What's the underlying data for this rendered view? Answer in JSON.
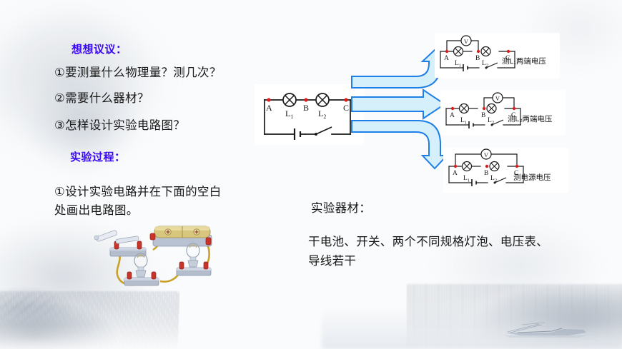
{
  "slide": {
    "background_style": "ink-wash-landscape"
  },
  "left_column": {
    "heading1": "想想议议：",
    "questions": [
      "①要测量什么物理量？测几次？",
      "②需要什么器材？",
      "③怎样设计实验电路图？"
    ],
    "heading2": "实验过程：",
    "procedure": [
      "①设计实验电路并在下面的空白",
      "处画出电路图。"
    ]
  },
  "equipment": {
    "heading": "实验器材：",
    "lines": [
      "干电池、开关、两个不同规格灯泡、电压表、",
      "导线若干"
    ]
  },
  "main_circuit": {
    "nodes": [
      "A",
      "B",
      "C"
    ],
    "lamps": [
      "L₁",
      "L₂"
    ],
    "components": [
      "battery",
      "switch"
    ]
  },
  "derived_circuits": [
    {
      "label": "测L₁两端电压",
      "nodes": [
        "A",
        "B",
        "C"
      ],
      "lamps": [
        "L₁",
        "L₂"
      ],
      "voltmeter": "V",
      "voltmeter_across": "A-B"
    },
    {
      "label": "测L₂两端电压",
      "nodes": [
        "A",
        "B",
        "C"
      ],
      "lamps": [
        "L₁",
        "L₂"
      ],
      "voltmeter": "V",
      "voltmeter_across": "B-C"
    },
    {
      "label": "测电源电压",
      "nodes": [
        "A",
        "B",
        "C"
      ],
      "lamps": [
        "L₁",
        "L₂"
      ],
      "voltmeter": "V",
      "voltmeter_across": "A-C"
    }
  ],
  "arrows": {
    "count": 3,
    "directions": [
      "up-right",
      "right",
      "down-right"
    ],
    "fill": "#d6f0fb",
    "stroke": "#1f7fe8"
  },
  "colors": {
    "heading": "#3a08f2",
    "body_text": "#161616",
    "node_dot": "#e01b1b",
    "circuit_line": "#1a1a1a",
    "panel_bg": "#ffffff"
  }
}
